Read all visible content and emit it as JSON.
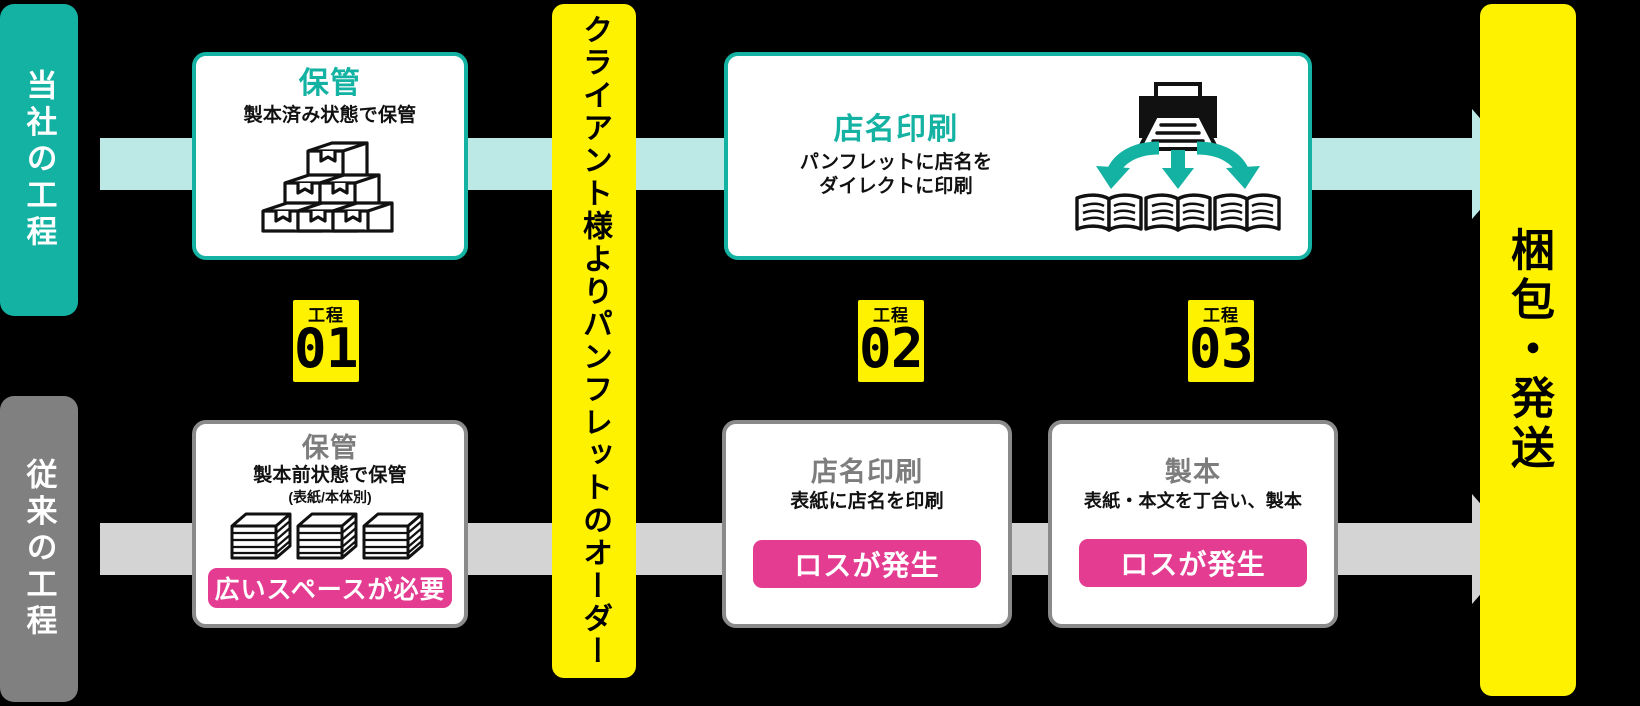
{
  "sides": {
    "ours": "当社の工程",
    "legacy": "従来の工程"
  },
  "order_banner": "クライアント様よりパンフレットのオーダー",
  "ship_banner": "梱包・発送",
  "steps": [
    {
      "kanji": "工程",
      "number": "01"
    },
    {
      "kanji": "工程",
      "number": "02"
    },
    {
      "kanji": "工程",
      "number": "03"
    }
  ],
  "ours_row": {
    "storage": {
      "title": "保管",
      "desc": "製本済み状態で保管",
      "icon": "stacked-boxes-icon"
    },
    "print": {
      "title": "店名印刷",
      "desc_line1": "パンフレットに店名を",
      "desc_line2": "ダイレクトに印刷",
      "icon": "printer-to-books-icon"
    }
  },
  "legacy_row": {
    "storage": {
      "title": "保管",
      "desc": "製本前状態で保管",
      "sub": "(表紙/本体別)",
      "icon": "paper-stacks-icon",
      "badge": "広いスペースが必要"
    },
    "print": {
      "title": "店名印刷",
      "desc": "表紙に店名を印刷",
      "badge": "ロスが発生"
    },
    "bind": {
      "title": "製本",
      "desc": "表紙・本文を丁合い、製本",
      "badge": "ロスが発生"
    }
  },
  "colors": {
    "teal": "#13B2A2",
    "teal_light": "#BCE9E5",
    "gray": "#808080",
    "gray_light": "#D4D4D4",
    "yellow": "#FFF200",
    "pink": "#E43C91",
    "background": "#000000"
  }
}
